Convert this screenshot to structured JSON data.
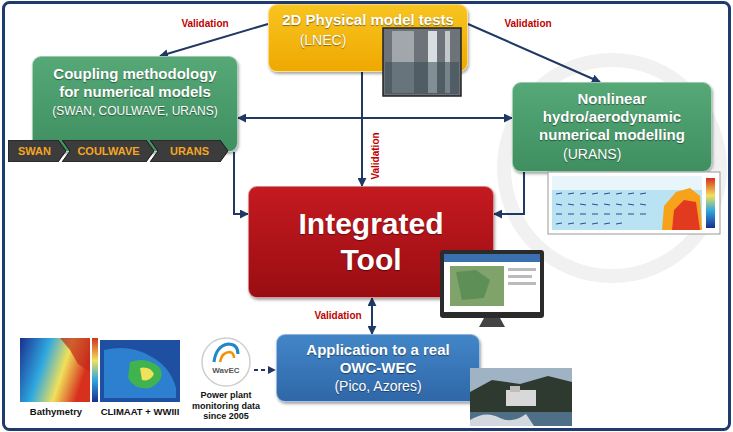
{
  "diagram": {
    "nodes": [
      {
        "text": [
          "2D Physical model tests",
          "(LNEC)"
        ]
      },
      {
        "text": [
          "Coupling methodology for numerical models",
          "(SWAN, COULWAVE, URANS)"
        ]
      },
      {
        "text": [
          "SWAN"
        ]
      },
      {
        "text": [
          "COULWAVE"
        ]
      },
      {
        "text": [
          "URANS"
        ]
      },
      {
        "text": [
          "Nonlinear hydro/aerodynamic numerical modelling",
          "(URANS)"
        ]
      },
      {
        "text": [
          "Integrated Tool"
        ]
      },
      {
        "text": [
          "Application to a real OWC-WEC",
          "(Pico, Azores)"
        ]
      }
    ],
    "edges": [
      {
        "from": 0,
        "to": 1,
        "arrow": "to",
        "label": "Validation"
      },
      {
        "from": 0,
        "to": 5,
        "arrow": "to",
        "label": "Validation"
      },
      {
        "from": 0,
        "to": 6,
        "arrow": "to",
        "label": "Validation"
      },
      {
        "from": 1,
        "to": 5,
        "arrow": "both"
      },
      {
        "from": 1,
        "to": 6,
        "arrow": "to"
      },
      {
        "from": 5,
        "to": 6,
        "arrow": "to"
      },
      {
        "from": 6,
        "to": 7,
        "arrow": "both",
        "label": "Validation"
      }
    ],
    "labels": [
      "Bathymetry",
      "CLIMAAT + WWIII",
      "WavEC",
      "Power plant monitoring data since 2005"
    ]
  }
}
